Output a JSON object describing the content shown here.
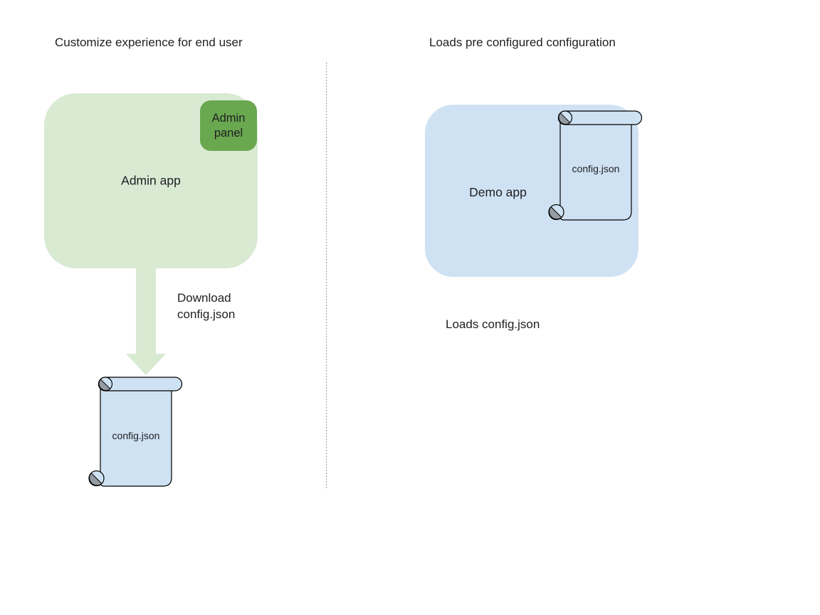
{
  "left": {
    "title": "Customize experience for end user",
    "admin_app_label": "Admin app",
    "admin_panel_label": "Admin panel",
    "arrow_label": "Download\nconfig.json",
    "scroll_label": "config.json"
  },
  "right": {
    "title": "Loads pre configured configuration",
    "demo_app_label": "Demo app",
    "scroll_label": "config.json",
    "caption": "Loads config.json"
  },
  "colors": {
    "green-light": "#d9ead3",
    "green-dark": "#6aa84f",
    "blue-light": "#cfe2f3",
    "outline": "#000000",
    "curl-gray": "#949ba3",
    "divider": "#9a9a9a",
    "text": "#202124",
    "bg": "#ffffff"
  }
}
